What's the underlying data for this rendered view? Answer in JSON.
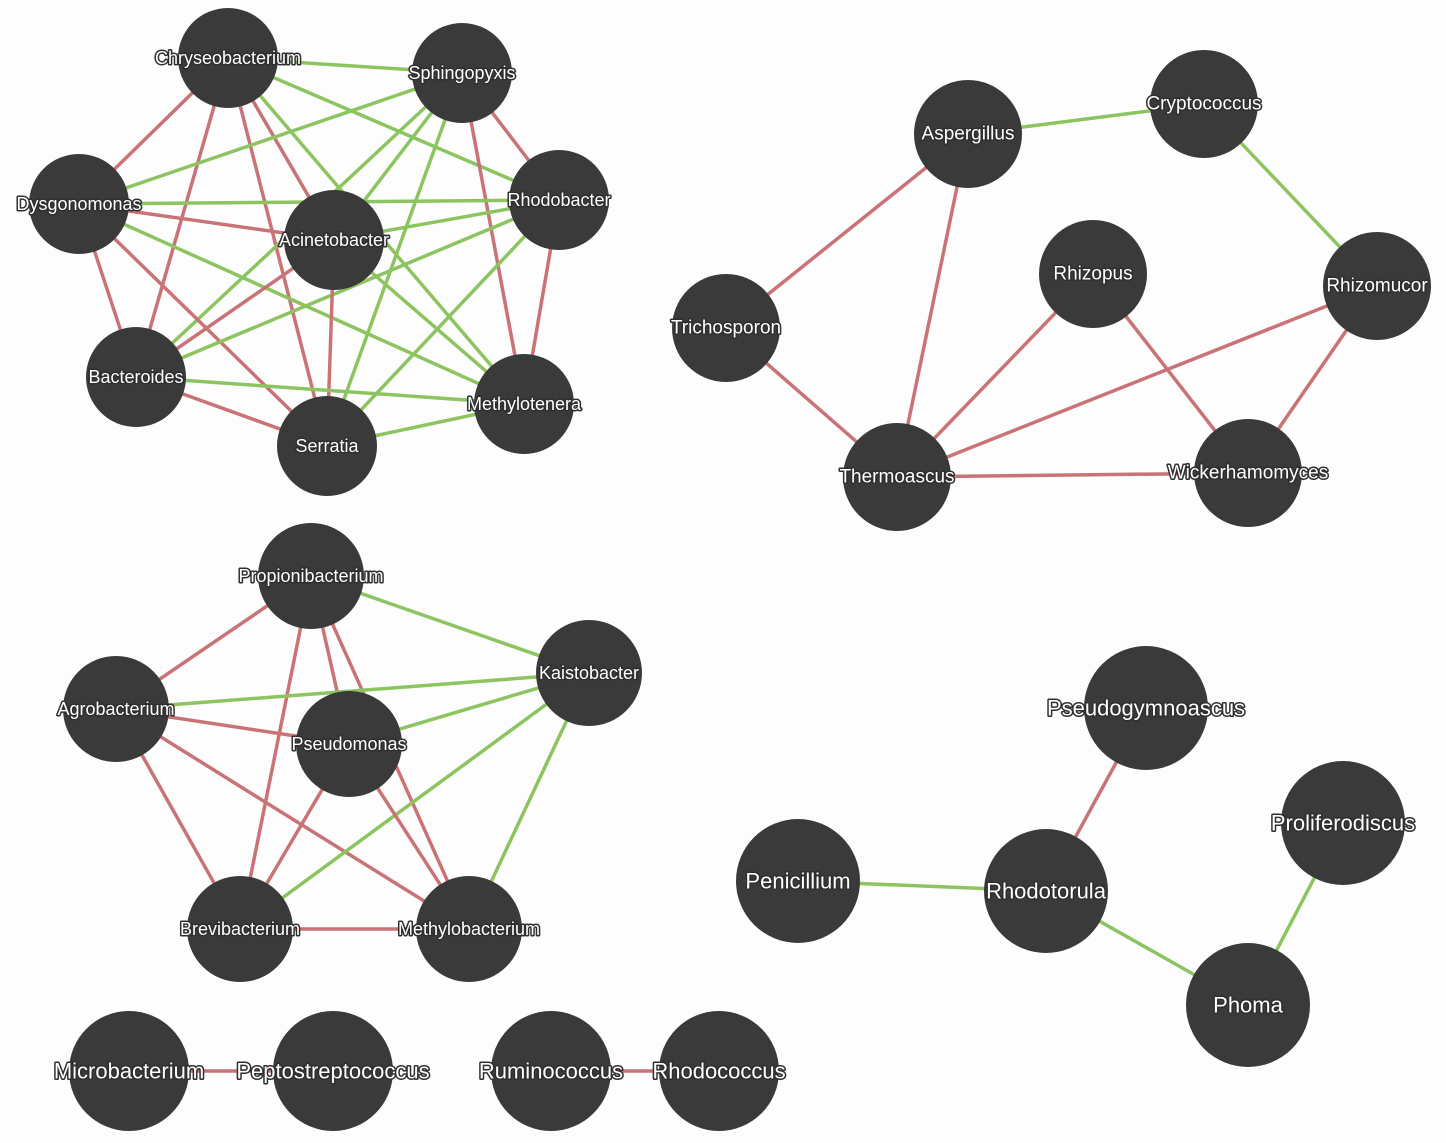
{
  "colors": {
    "background": "#fdfdfd",
    "node_fill": "#3a3a3a",
    "positive_edge": "#8cc55f",
    "negative_edge": "#c97376"
  },
  "nodes": {
    "chryseobacterium": "Chryseobacterium",
    "sphingopyxis": "Sphingopyxis",
    "dysgonomonas": "Dysgonomonas",
    "rhodobacter": "Rhodobacter",
    "acinetobacter": "Acinetobacter",
    "bacteroides": "Bacteroides",
    "methylotenera": "Methylotenera",
    "serratia": "Serratia",
    "aspergillus": "Aspergillus",
    "cryptococcus": "Cryptococcus",
    "trichosporon": "Trichosporon",
    "rhizopus": "Rhizopus",
    "rhizomucor": "Rhizomucor",
    "thermoascus": "Thermoascus",
    "wickerhamomyces": "Wickerhamomyces",
    "propionibacterium": "Propionibacterium",
    "kaistobacter": "Kaistobacter",
    "agrobacterium": "Agrobacterium",
    "pseudomonas": "Pseudomonas",
    "brevibacterium": "Brevibacterium",
    "methylobacterium": "Methylobacterium",
    "pseudogymnoascus": "Pseudogymnoascus",
    "proliferodiscus": "Proliferodiscus",
    "penicillium": "Penicillium",
    "rhodotorula": "Rhodotorula",
    "phoma": "Phoma",
    "microbacterium": "Microbacterium",
    "peptostreptococcus": "Peptostreptococcus",
    "ruminococcus": "Ruminococcus",
    "rhodococcus": "Rhodococcus"
  },
  "edges": [
    {
      "source": "chryseobacterium",
      "target": "sphingopyxis",
      "sign": "positive"
    },
    {
      "source": "chryseobacterium",
      "target": "dysgonomonas",
      "sign": "negative"
    },
    {
      "source": "chryseobacterium",
      "target": "bacteroides",
      "sign": "negative"
    },
    {
      "source": "chryseobacterium",
      "target": "serratia",
      "sign": "negative"
    },
    {
      "source": "chryseobacterium",
      "target": "acinetobacter",
      "sign": "negative"
    },
    {
      "source": "chryseobacterium",
      "target": "methylotenera",
      "sign": "positive"
    },
    {
      "source": "chryseobacterium",
      "target": "rhodobacter",
      "sign": "positive"
    },
    {
      "source": "sphingopyxis",
      "target": "dysgonomonas",
      "sign": "positive"
    },
    {
      "source": "sphingopyxis",
      "target": "rhodobacter",
      "sign": "negative"
    },
    {
      "source": "sphingopyxis",
      "target": "bacteroides",
      "sign": "positive"
    },
    {
      "source": "sphingopyxis",
      "target": "serratia",
      "sign": "positive"
    },
    {
      "source": "sphingopyxis",
      "target": "methylotenera",
      "sign": "negative"
    },
    {
      "source": "sphingopyxis",
      "target": "acinetobacter",
      "sign": "positive"
    },
    {
      "source": "dysgonomonas",
      "target": "rhodobacter",
      "sign": "positive"
    },
    {
      "source": "dysgonomonas",
      "target": "acinetobacter",
      "sign": "negative"
    },
    {
      "source": "dysgonomonas",
      "target": "bacteroides",
      "sign": "negative"
    },
    {
      "source": "dysgonomonas",
      "target": "serratia",
      "sign": "negative"
    },
    {
      "source": "dysgonomonas",
      "target": "methylotenera",
      "sign": "positive"
    },
    {
      "source": "rhodobacter",
      "target": "methylotenera",
      "sign": "negative"
    },
    {
      "source": "rhodobacter",
      "target": "acinetobacter",
      "sign": "positive"
    },
    {
      "source": "rhodobacter",
      "target": "bacteroides",
      "sign": "positive"
    },
    {
      "source": "rhodobacter",
      "target": "serratia",
      "sign": "positive"
    },
    {
      "source": "acinetobacter",
      "target": "bacteroides",
      "sign": "negative"
    },
    {
      "source": "acinetobacter",
      "target": "serratia",
      "sign": "negative"
    },
    {
      "source": "acinetobacter",
      "target": "methylotenera",
      "sign": "positive"
    },
    {
      "source": "bacteroides",
      "target": "serratia",
      "sign": "negative"
    },
    {
      "source": "bacteroides",
      "target": "methylotenera",
      "sign": "positive"
    },
    {
      "source": "serratia",
      "target": "methylotenera",
      "sign": "positive"
    },
    {
      "source": "aspergillus",
      "target": "cryptococcus",
      "sign": "positive"
    },
    {
      "source": "cryptococcus",
      "target": "rhizomucor",
      "sign": "positive"
    },
    {
      "source": "aspergillus",
      "target": "trichosporon",
      "sign": "negative"
    },
    {
      "source": "aspergillus",
      "target": "thermoascus",
      "sign": "negative"
    },
    {
      "source": "trichosporon",
      "target": "thermoascus",
      "sign": "negative"
    },
    {
      "source": "rhizopus",
      "target": "thermoascus",
      "sign": "negative"
    },
    {
      "source": "rhizopus",
      "target": "wickerhamomyces",
      "sign": "negative"
    },
    {
      "source": "rhizomucor",
      "target": "thermoascus",
      "sign": "negative"
    },
    {
      "source": "rhizomucor",
      "target": "wickerhamomyces",
      "sign": "negative"
    },
    {
      "source": "thermoascus",
      "target": "wickerhamomyces",
      "sign": "negative"
    },
    {
      "source": "propionibacterium",
      "target": "agrobacterium",
      "sign": "negative"
    },
    {
      "source": "propionibacterium",
      "target": "kaistobacter",
      "sign": "positive"
    },
    {
      "source": "propionibacterium",
      "target": "pseudomonas",
      "sign": "negative"
    },
    {
      "source": "propionibacterium",
      "target": "brevibacterium",
      "sign": "negative"
    },
    {
      "source": "propionibacterium",
      "target": "methylobacterium",
      "sign": "negative"
    },
    {
      "source": "agrobacterium",
      "target": "kaistobacter",
      "sign": "positive"
    },
    {
      "source": "agrobacterium",
      "target": "pseudomonas",
      "sign": "negative"
    },
    {
      "source": "agrobacterium",
      "target": "brevibacterium",
      "sign": "negative"
    },
    {
      "source": "agrobacterium",
      "target": "methylobacterium",
      "sign": "negative"
    },
    {
      "source": "kaistobacter",
      "target": "pseudomonas",
      "sign": "positive"
    },
    {
      "source": "kaistobacter",
      "target": "brevibacterium",
      "sign": "positive"
    },
    {
      "source": "kaistobacter",
      "target": "methylobacterium",
      "sign": "positive"
    },
    {
      "source": "pseudomonas",
      "target": "brevibacterium",
      "sign": "negative"
    },
    {
      "source": "pseudomonas",
      "target": "methylobacterium",
      "sign": "negative"
    },
    {
      "source": "brevibacterium",
      "target": "methylobacterium",
      "sign": "negative"
    },
    {
      "source": "pseudogymnoascus",
      "target": "rhodotorula",
      "sign": "negative"
    },
    {
      "source": "penicillium",
      "target": "rhodotorula",
      "sign": "positive"
    },
    {
      "source": "rhodotorula",
      "target": "phoma",
      "sign": "positive"
    },
    {
      "source": "proliferodiscus",
      "target": "phoma",
      "sign": "positive"
    },
    {
      "source": "microbacterium",
      "target": "peptostreptococcus",
      "sign": "negative"
    },
    {
      "source": "ruminococcus",
      "target": "rhodococcus",
      "sign": "negative"
    }
  ]
}
